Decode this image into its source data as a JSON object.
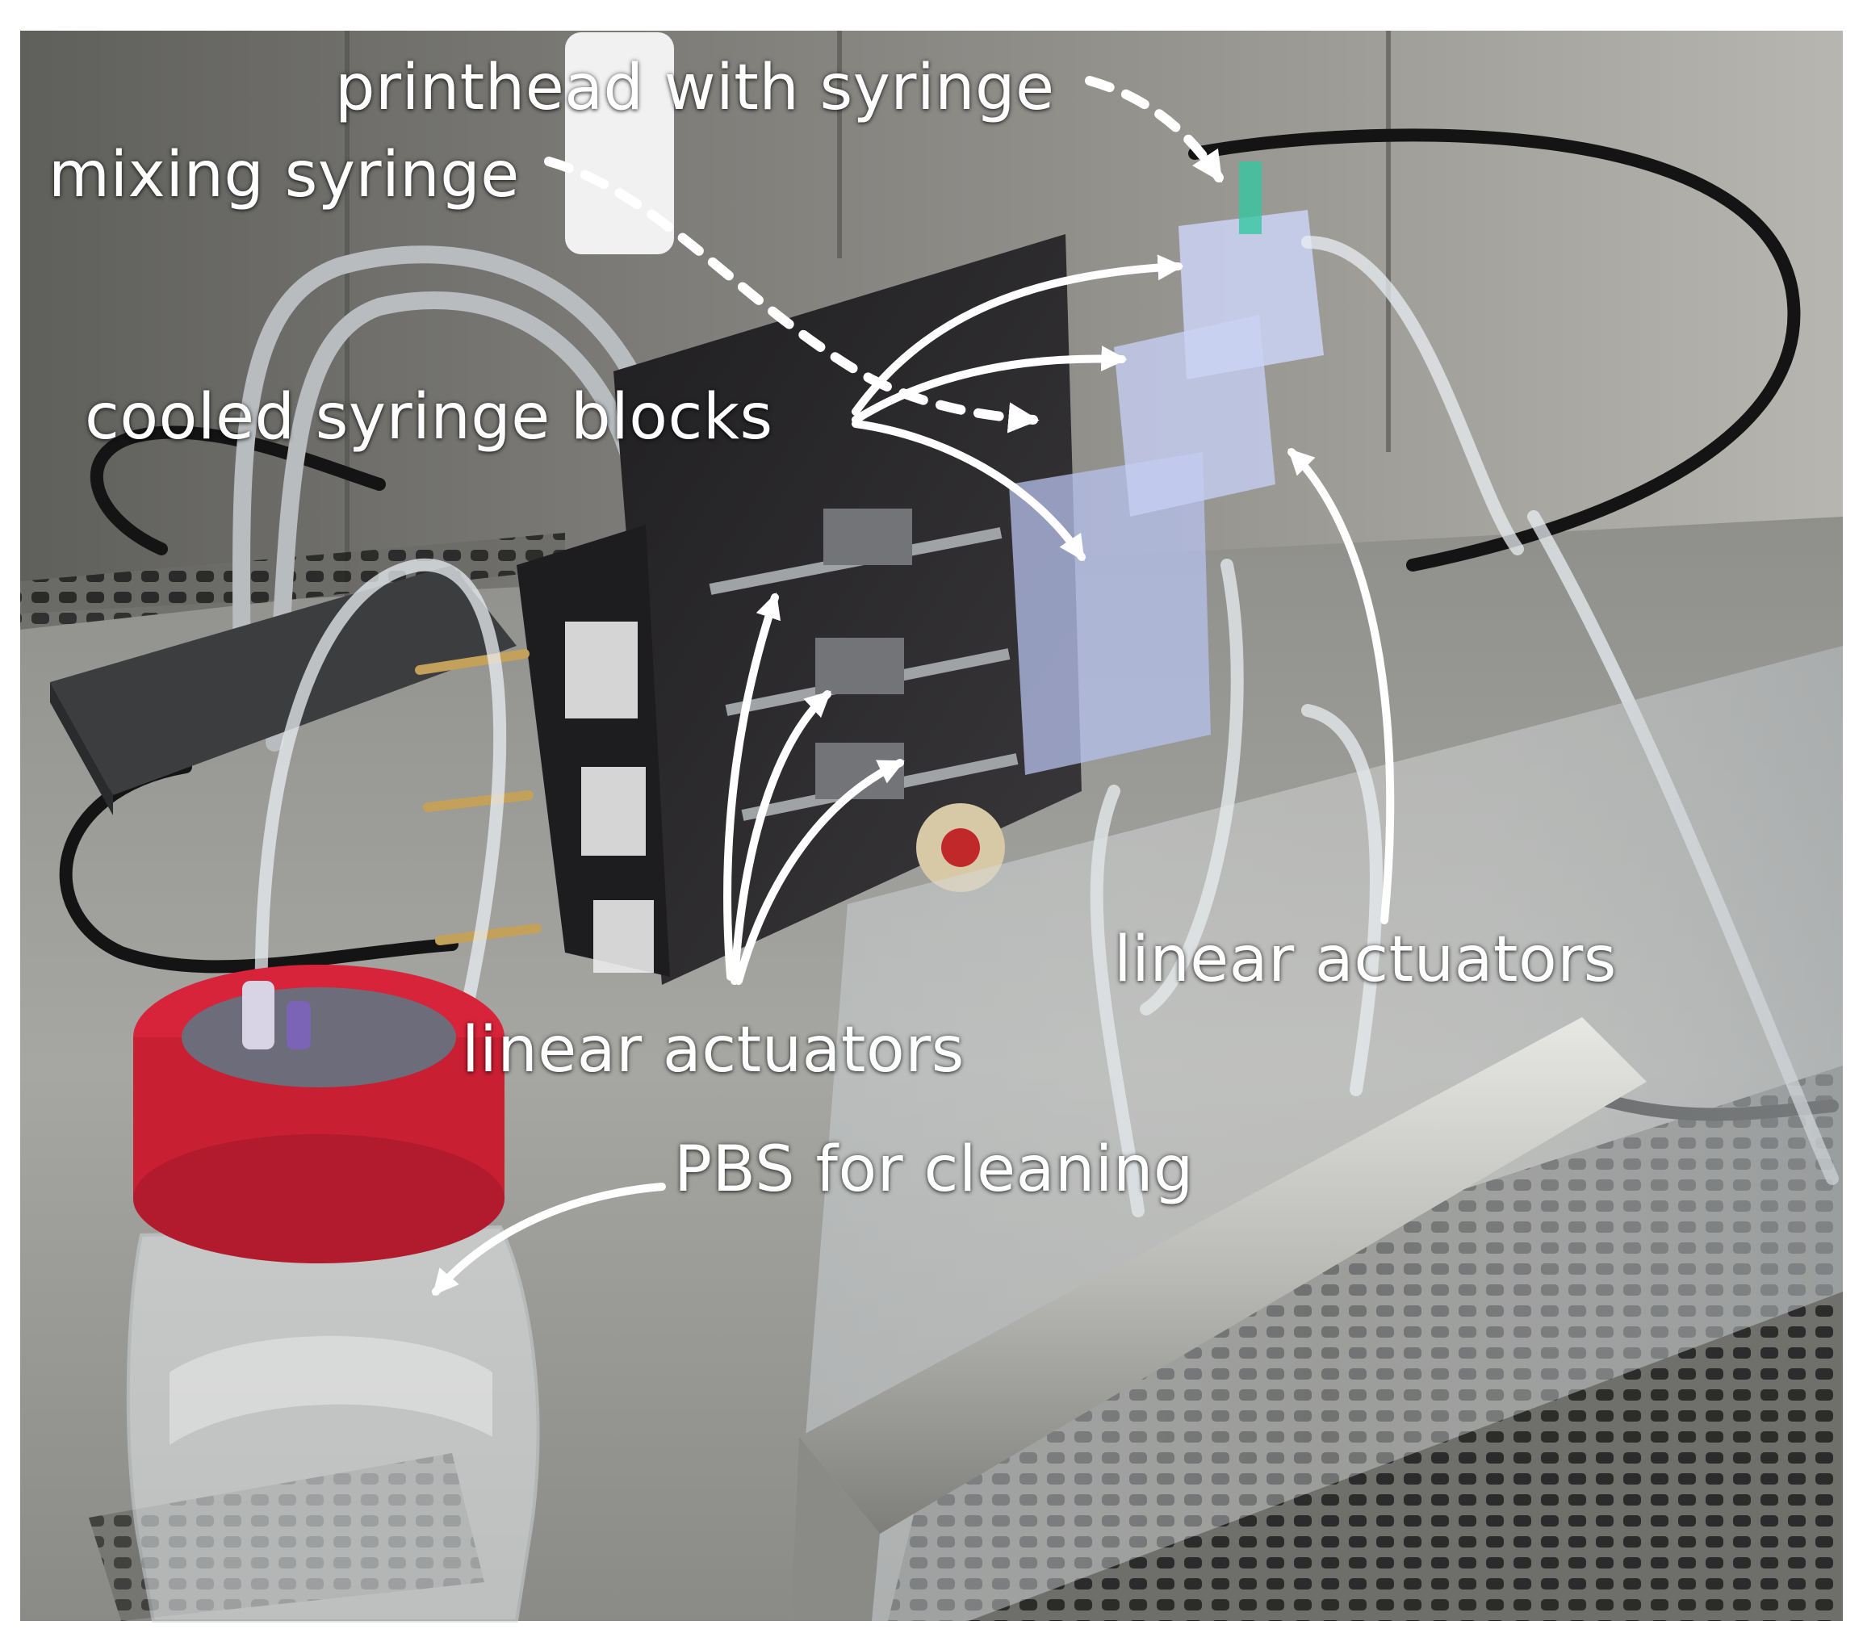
{
  "labels": {
    "printhead": "printhead with syringe",
    "mixing": "mixing syringe",
    "cooled_blocks": "cooled syringe blocks",
    "linear_actuators_right": "linear actuators",
    "linear_actuators_left": "linear actuators",
    "pbs": "PBS for cleaning"
  },
  "colors": {
    "label_text": "#ffffff",
    "arrow": "#ffffff",
    "bottle_cap": "#d8243a",
    "bench_steel": "#9a9a96",
    "device_body": "#2b2a2c",
    "syringe_blocks": "#b7c2ee"
  }
}
